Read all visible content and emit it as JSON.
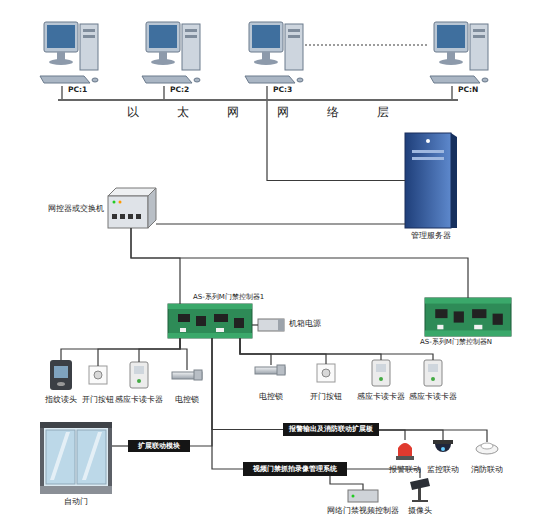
{
  "diagram": {
    "nodes": [
      {
        "text": [
          "PC:1"
        ]
      },
      {
        "text": [
          "PC:2"
        ]
      },
      {
        "text": [
          "PC:3"
        ]
      },
      {
        "text": [
          "PC:N"
        ]
      },
      {
        "text": [
          "以 太 网 网 络 层"
        ]
      },
      {
        "text": [
          "管理服务器"
        ]
      },
      {
        "text": [
          "网控器或交换机"
        ]
      },
      {
        "text": [
          "AS-系列M门禁控制器1"
        ]
      },
      {
        "text": [
          "AS-系列M门禁控制器N"
        ]
      },
      {
        "text": [
          "机箱电源"
        ]
      },
      {
        "text": [
          "指纹读头"
        ]
      },
      {
        "text": [
          "开门按钮"
        ]
      },
      {
        "text": [
          "感应卡读卡器"
        ]
      },
      {
        "text": [
          "电控锁"
        ]
      },
      {
        "text": [
          "电控锁"
        ]
      },
      {
        "text": [
          "开门按钮"
        ]
      },
      {
        "text": [
          "感应卡读卡器"
        ]
      },
      {
        "text": [
          "感应卡读卡器"
        ]
      },
      {
        "text": [
          "扩展联动模块"
        ]
      },
      {
        "text": [
          "自动门"
        ]
      },
      {
        "text": [
          "报警输出及消防联动扩展板"
        ]
      },
      {
        "text": [
          "报警联动"
        ]
      },
      {
        "text": [
          "监控联动"
        ]
      },
      {
        "text": [
          "消防联动"
        ]
      },
      {
        "text": [
          "视频门禁抓拍录像管理系统"
        ]
      },
      {
        "text": [
          "网络门禁视频控制器"
        ]
      },
      {
        "text": [
          "摄像头"
        ]
      }
    ],
    "edges": [
      {
        "from": 0,
        "to": 4,
        "arrow": "none"
      },
      {
        "from": 1,
        "to": 4,
        "arrow": "none"
      },
      {
        "from": 2,
        "to": 4,
        "arrow": "none"
      },
      {
        "from": 3,
        "to": 4,
        "arrow": "none"
      },
      {
        "from": 2,
        "to": 3,
        "arrow": "none"
      },
      {
        "from": 4,
        "to": 5,
        "arrow": "none"
      },
      {
        "from": 5,
        "to": 6,
        "arrow": "none"
      },
      {
        "from": 6,
        "to": 7,
        "arrow": "none"
      },
      {
        "from": 6,
        "to": 8,
        "arrow": "none"
      },
      {
        "from": 7,
        "to": 9,
        "arrow": "none"
      },
      {
        "from": 7,
        "to": 10,
        "arrow": "none"
      },
      {
        "from": 7,
        "to": 11,
        "arrow": "none"
      },
      {
        "from": 7,
        "to": 12,
        "arrow": "none"
      },
      {
        "from": 7,
        "to": 13,
        "arrow": "none"
      },
      {
        "from": 7,
        "to": 14,
        "arrow": "none"
      },
      {
        "from": 7,
        "to": 15,
        "arrow": "none"
      },
      {
        "from": 7,
        "to": 16,
        "arrow": "none"
      },
      {
        "from": 7,
        "to": 17,
        "arrow": "none"
      },
      {
        "from": 7,
        "to": 18,
        "arrow": "none"
      },
      {
        "from": 18,
        "to": 19,
        "arrow": "none"
      },
      {
        "from": 7,
        "to": 20,
        "arrow": "none"
      },
      {
        "from": 20,
        "to": 21,
        "arrow": "none"
      },
      {
        "from": 20,
        "to": 22,
        "arrow": "none"
      },
      {
        "from": 20,
        "to": 23,
        "arrow": "none"
      },
      {
        "from": 7,
        "to": 24,
        "arrow": "none"
      },
      {
        "from": 24,
        "to": 25,
        "arrow": "none"
      },
      {
        "from": 24,
        "to": 26,
        "arrow": "none"
      }
    ]
  }
}
